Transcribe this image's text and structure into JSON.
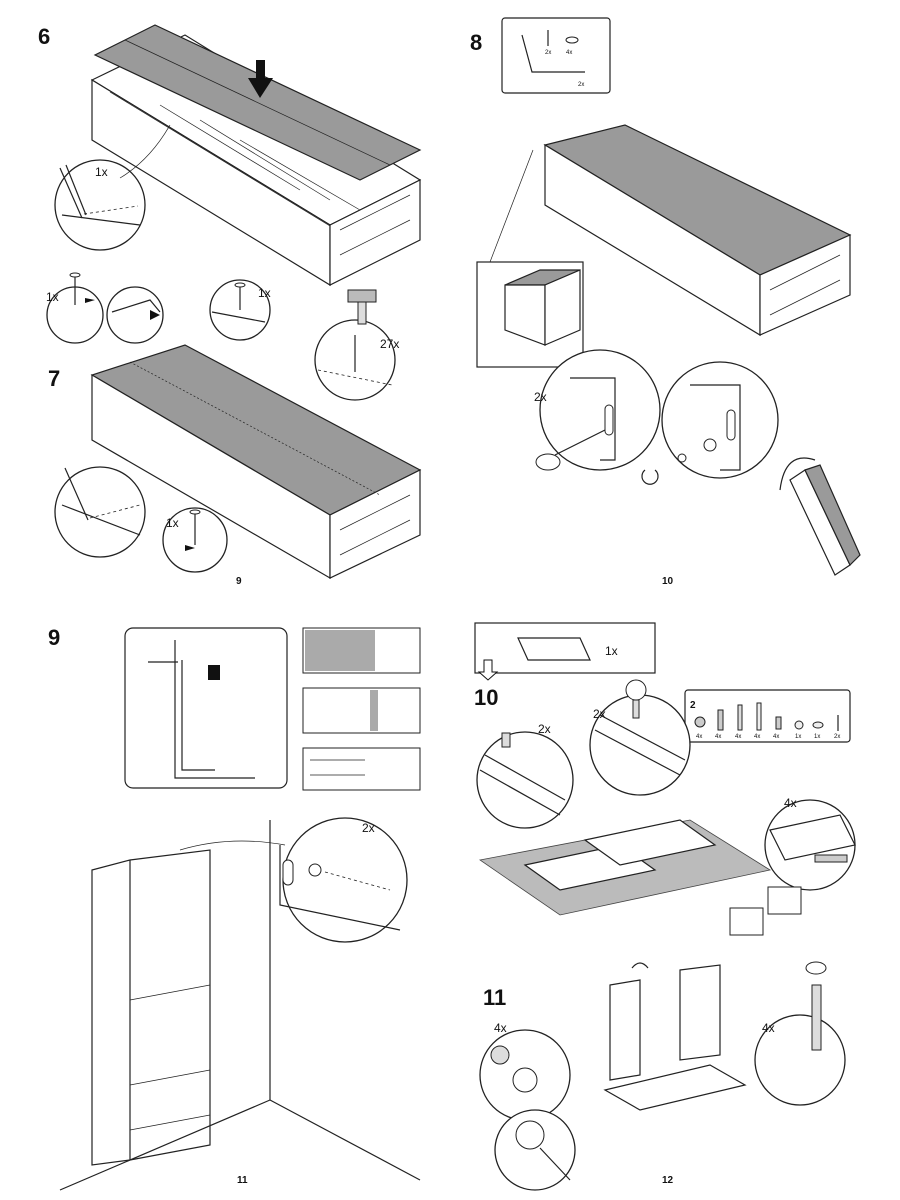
{
  "steps": {
    "s6": "6",
    "s7": "7",
    "s8": "8",
    "s9": "9",
    "s10": "10",
    "s11": "11"
  },
  "quantities": {
    "s6_nail": "1x",
    "s7_left_nail": "1x",
    "s7_right_nail": "1x",
    "s7_nails": "27x",
    "s7_bottom_nail": "1x",
    "s8_brackets": "2x",
    "s8_kit_a": "2x",
    "s8_kit_b": "4x",
    "s8_kit_c": "2x",
    "s9_screws": "2x",
    "s10_drawer": "1x",
    "s10_dowel_left": "2x",
    "s10_dowel_right": "2x",
    "s10_dowels": "4x",
    "s11_cams": "4x",
    "s11_bolts": "4x"
  },
  "parts_box": {
    "label": "2",
    "counts": [
      "4x",
      "4x",
      "4x",
      "4x",
      "4x",
      "1x",
      "1x",
      "2x"
    ]
  },
  "page_numbers": {
    "top_left": "9",
    "top_right": "10",
    "bottom_left": "11",
    "bottom_right": "12"
  },
  "colors": {
    "board_fill": "#9a9a9a",
    "line": "#222222"
  }
}
